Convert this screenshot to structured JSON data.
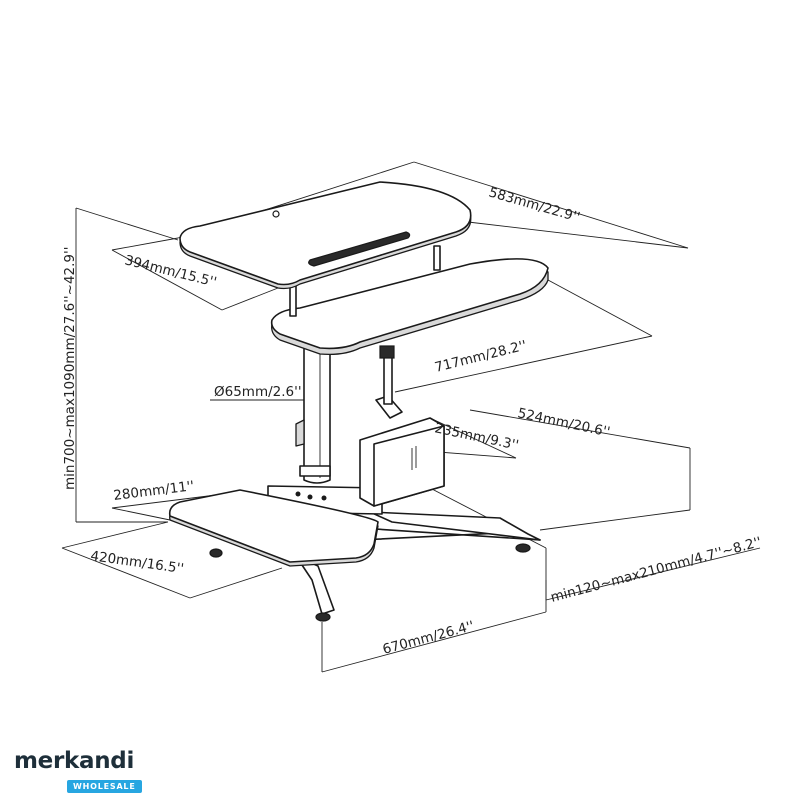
{
  "dimensions": {
    "top_width": "583mm/22.9''",
    "top_depth": "394mm/15.5''",
    "keyboard_width": "717mm/28.2''",
    "column_diameter": "Ø65mm/2.6''",
    "base_depth": "524mm/20.6''",
    "cpu_holder_width": "235mm/9.3''",
    "mouse_depth": "280mm/11''",
    "mouse_width": "420mm/16.5''",
    "cpu_holder_range": "min120~max210mm/4.7''~8.2''",
    "base_width": "670mm/26.4''",
    "height_range": "min700~max1090mm/27.6''~42.9''"
  },
  "brand": {
    "name": "merkandi",
    "tagline": "WHOLESALE",
    "accent_color": "#27a6e1",
    "text_color": "#1e2f3a"
  }
}
